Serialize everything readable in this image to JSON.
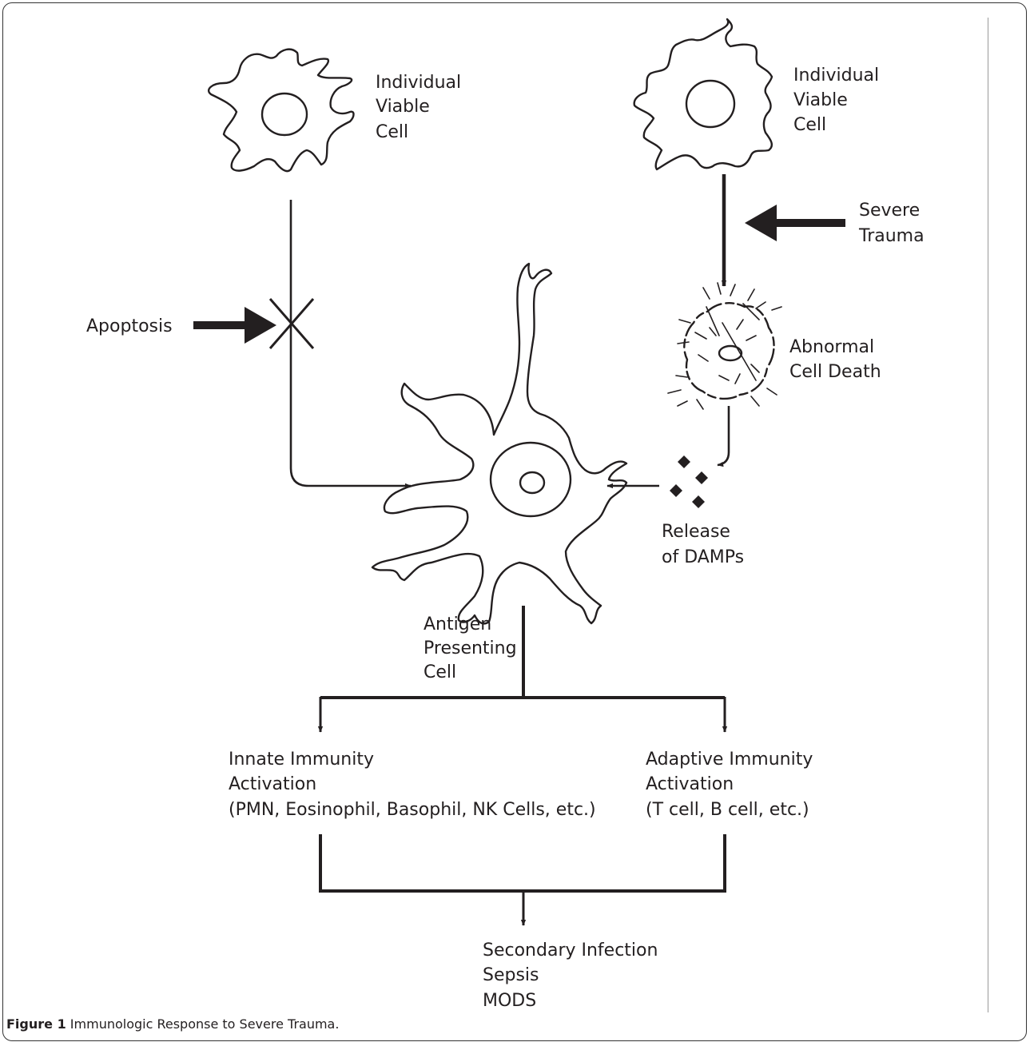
{
  "labels": {
    "left_cell": [
      "Individual",
      "Viable",
      "Cell"
    ],
    "right_cell": [
      "Individual",
      "Viable",
      "Cell"
    ],
    "trauma": [
      "Severe",
      "Trauma"
    ],
    "apoptosis": "Apoptosis",
    "abnormal": [
      "Abnormal",
      "Cell Death"
    ],
    "release": [
      "Release",
      "of DAMPs"
    ],
    "apc": [
      "Antigen",
      "Presenting",
      "Cell"
    ],
    "innate": [
      "Innate Immunity",
      "Activation",
      "(PMN, Eosinophil, Basophil, NK Cells, etc.)"
    ],
    "adaptive": [
      "Adaptive Immunity",
      "Activation",
      "(T cell, B cell, etc.)"
    ],
    "outcome": [
      "Secondary Infection",
      "Sepsis",
      "MODS"
    ]
  },
  "caption": {
    "figure_label": "Figure 1",
    "text": "Immunologic Response to Severe Trauma."
  }
}
